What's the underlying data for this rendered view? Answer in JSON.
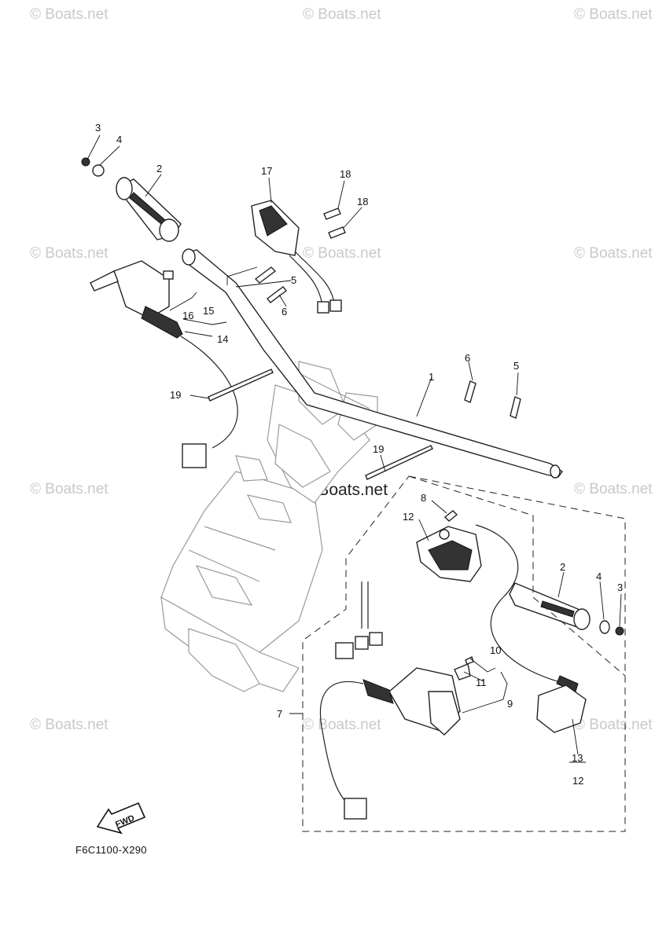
{
  "watermarks": {
    "text": "© Boats.net",
    "center_text": "© Boats.net"
  },
  "diagram_code": "F6C1100-X290",
  "fwd_label": "FWD",
  "callouts": {
    "c1": "1",
    "c2a": "2",
    "c2b": "2",
    "c3a": "3",
    "c3b": "3",
    "c4a": "4",
    "c4b": "4",
    "c5a": "5",
    "c5b": "5",
    "c6a": "6",
    "c6b": "6",
    "c7": "7",
    "c8": "8",
    "c9": "9",
    "c10": "10",
    "c11": "11",
    "c12a": "12",
    "c12b": "12",
    "c13": "13",
    "c14": "14",
    "c15": "15",
    "c16": "16",
    "c17": "17",
    "c18a": "18",
    "c18b": "18",
    "c19a": "19",
    "c19b": "19"
  },
  "icons": [
    "fwd-arrow-icon"
  ]
}
